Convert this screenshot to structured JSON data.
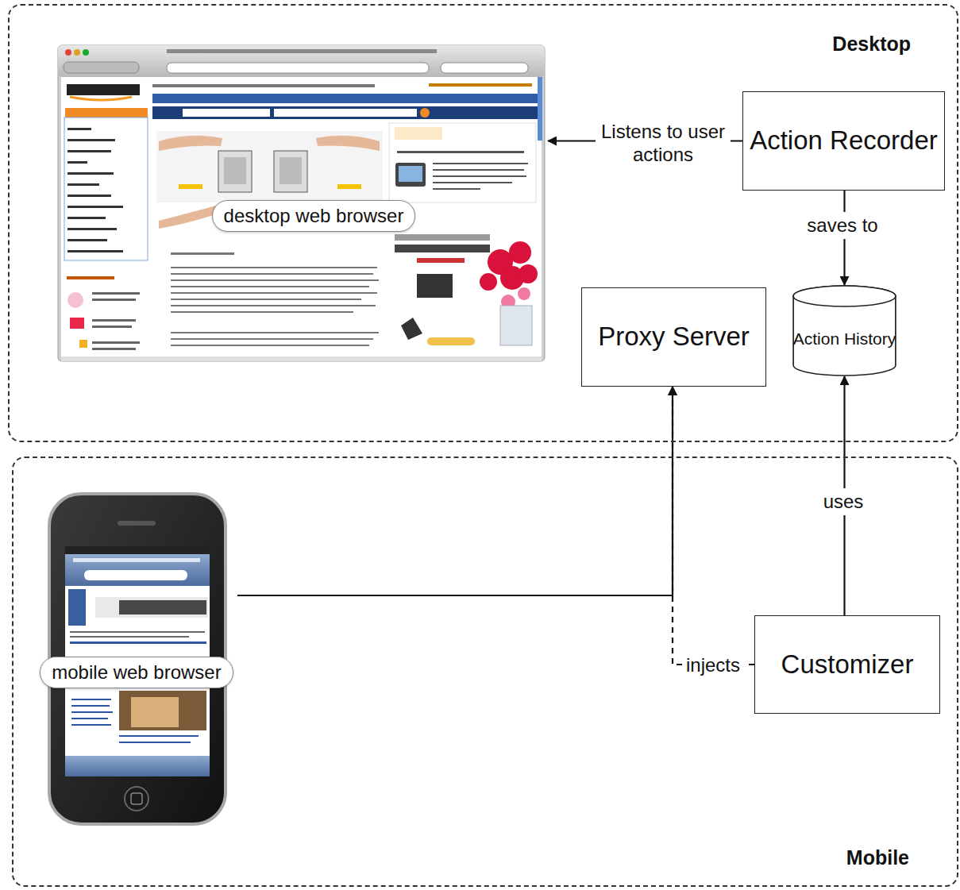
{
  "diagram": {
    "nodes": [
      {
        "text": [
          "Desktop"
        ]
      },
      {
        "text": [
          "desktop web browser"
        ],
        "in": 0
      },
      {
        "text": [
          "Action Recorder"
        ],
        "in": 0
      },
      {
        "text": [
          "Proxy Server"
        ],
        "in": 0
      },
      {
        "text": [
          "Action History"
        ],
        "in": 0
      },
      {
        "text": [
          "Mobile"
        ]
      },
      {
        "text": [
          "mobile web browser"
        ],
        "in": 5
      },
      {
        "text": [
          "Customizer"
        ],
        "in": 5
      }
    ],
    "edges": [
      {
        "from": 2,
        "to": 1,
        "label": "Listens to user actions",
        "arrow": "to"
      },
      {
        "from": 2,
        "to": 4,
        "label": "saves to",
        "arrow": "to"
      },
      {
        "from": 6,
        "to": 3,
        "arrow": "to"
      },
      {
        "from": 7,
        "to": 3,
        "label": "injects",
        "arrow": "to"
      },
      {
        "from": 7,
        "to": 4,
        "label": "uses",
        "arrow": "to"
      }
    ]
  }
}
